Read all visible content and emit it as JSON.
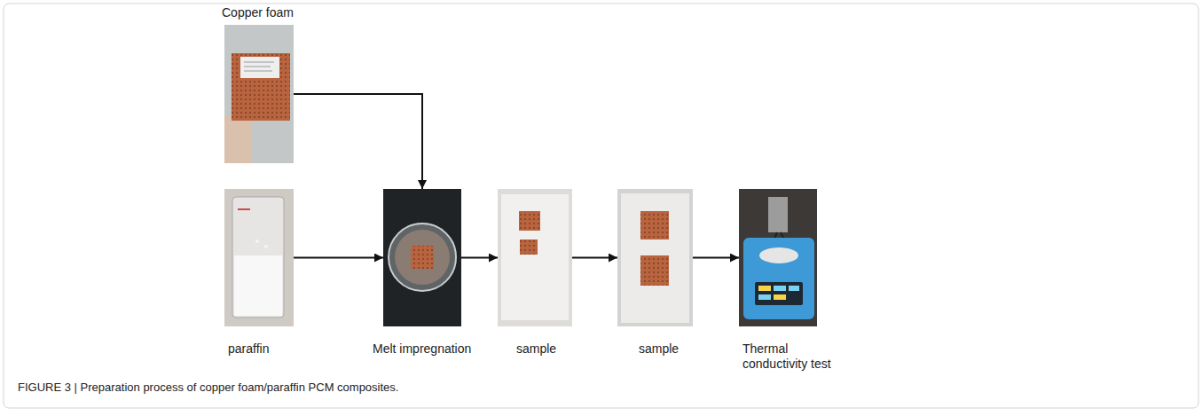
{
  "diagram": {
    "caption": "FIGURE 3 | Preparation process of copper foam/paraffin PCM composites.",
    "nodes": [
      {
        "text": [
          "Copper foam"
        ]
      },
      {
        "text": [
          "paraffin"
        ]
      },
      {
        "text": [
          "Melt impregnation"
        ]
      },
      {
        "text": [
          "sample"
        ]
      },
      {
        "text": [
          "sample"
        ]
      },
      {
        "text": [
          "Thermal conductivity test"
        ]
      }
    ],
    "edges": [
      {
        "from": 0,
        "to": 2,
        "arrow": "to"
      },
      {
        "from": 1,
        "to": 2,
        "arrow": "to"
      },
      {
        "from": 2,
        "to": 3,
        "arrow": "to"
      },
      {
        "from": 3,
        "to": 4,
        "arrow": "to"
      },
      {
        "from": 4,
        "to": 5,
        "arrow": "to"
      }
    ]
  }
}
